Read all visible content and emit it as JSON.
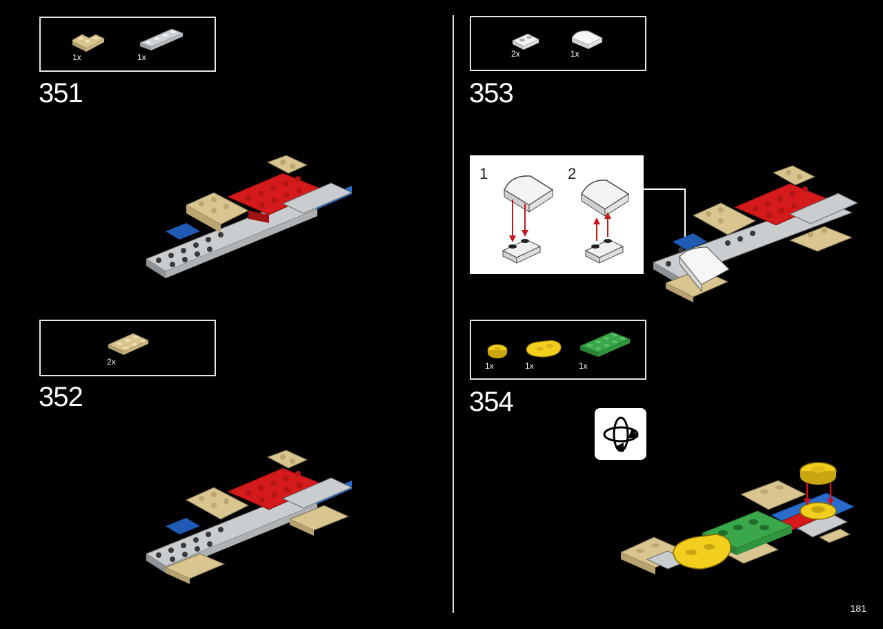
{
  "page_number": "181",
  "steps": [
    {
      "number": "351",
      "parts": [
        {
          "qty": "1x",
          "color": "#d8c590",
          "icon": "tan-corner-plate"
        },
        {
          "qty": "1x",
          "color": "#bfc3c6",
          "icon": "grey-1x4-plate"
        }
      ]
    },
    {
      "number": "352",
      "parts": [
        {
          "qty": "2x",
          "color": "#d8c590",
          "icon": "tan-2x3-plate"
        }
      ]
    },
    {
      "number": "353",
      "parts": [
        {
          "qty": "2x",
          "color": "#e8e8e8",
          "icon": "white-1x2-plate"
        },
        {
          "qty": "1x",
          "color": "#f4f4f4",
          "icon": "white-curved-slope"
        }
      ],
      "substeps": [
        "1",
        "2"
      ]
    },
    {
      "number": "354",
      "parts": [
        {
          "qty": "1x",
          "color": "#f2cf1e",
          "icon": "yellow-round-plate"
        },
        {
          "qty": "1x",
          "color": "#f2cf1e",
          "icon": "yellow-rounded-plate"
        },
        {
          "qty": "1x",
          "color": "#3aa84a",
          "icon": "green-2x4-plate"
        }
      ],
      "rotate_icon": "rotate-model-icon"
    }
  ]
}
